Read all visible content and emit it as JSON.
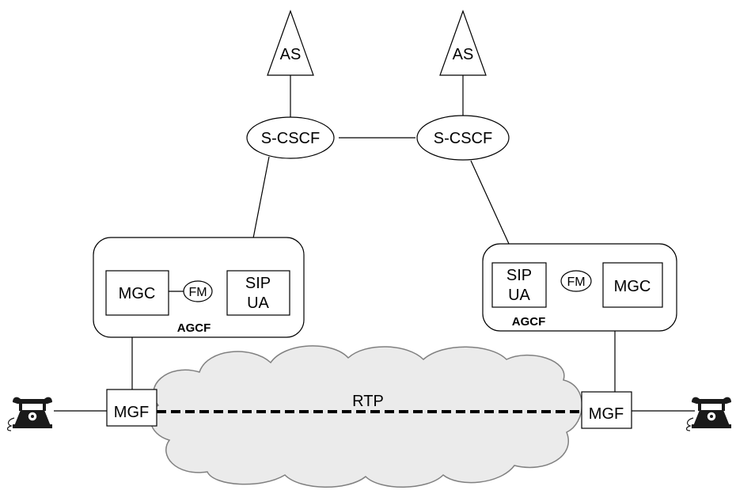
{
  "nodes": {
    "as_left": "AS",
    "as_right": "AS",
    "scscf_left": "S-CSCF",
    "scscf_right": "S-CSCF",
    "agcf_left": {
      "mgc": "MGC",
      "fm": "FM",
      "sip_ua_line1": "SIP",
      "sip_ua_line2": "UA",
      "label": "AGCF"
    },
    "agcf_right": {
      "sip_ua_line1": "SIP",
      "sip_ua_line2": "UA",
      "fm": "FM",
      "mgc": "MGC",
      "label": "AGCF"
    },
    "mgf_left": "MGF",
    "mgf_right": "MGF",
    "rtp": "RTP"
  },
  "icons": [
    "telephone-icon-left",
    "telephone-icon-right",
    "network-cloud"
  ],
  "colors": {
    "stroke": "#000000",
    "background": "#ffffff"
  }
}
